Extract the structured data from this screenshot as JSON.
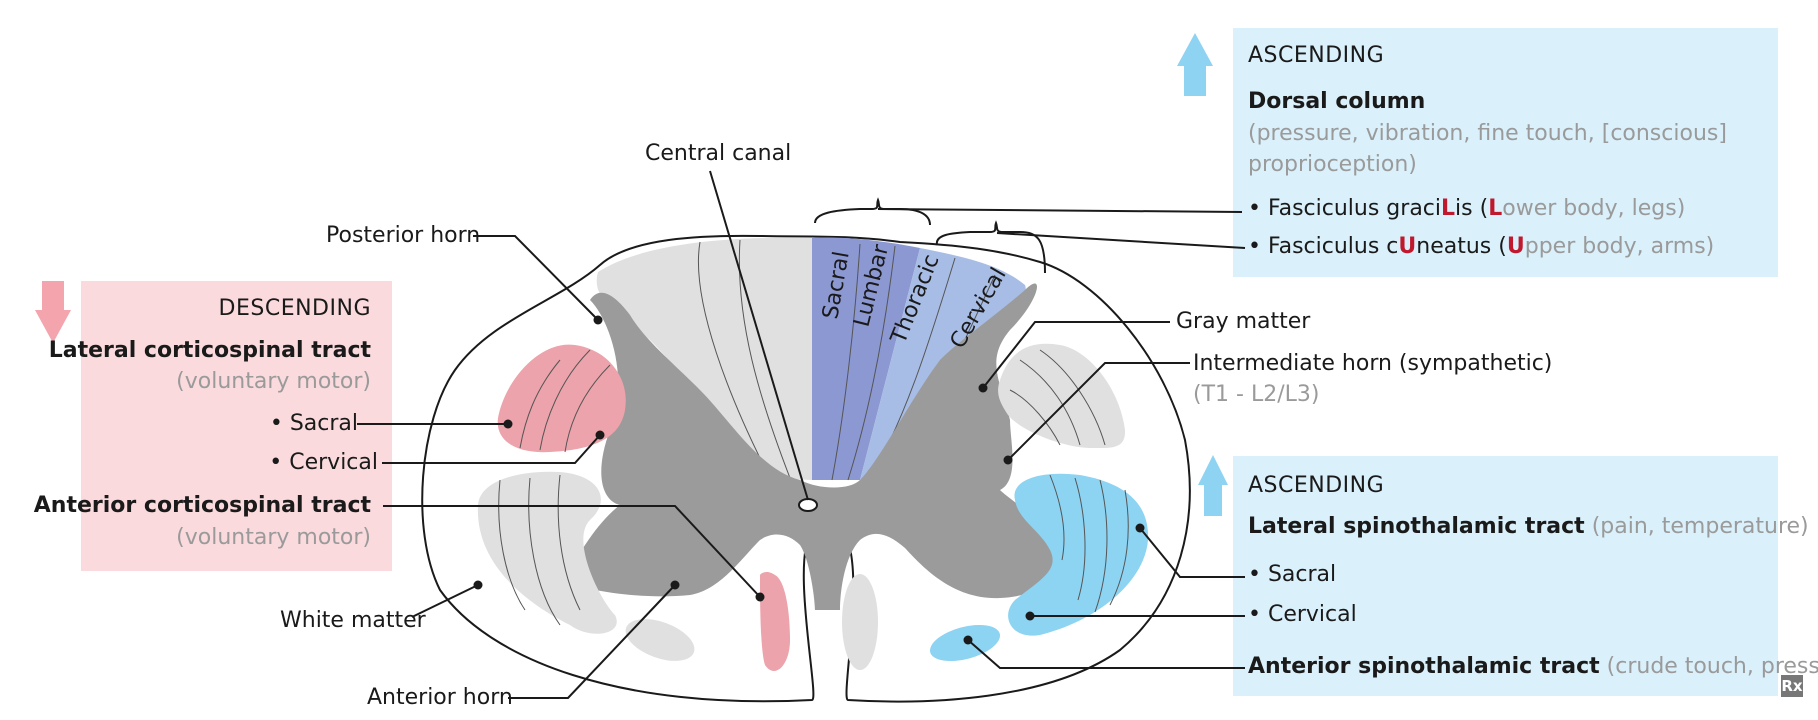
{
  "labels": {
    "central_canal": "Central canal",
    "posterior_horn": "Posterior horn",
    "gray_matter": "Gray matter",
    "intermediate_horn": "Intermediate horn (sympathetic)",
    "intermediate_horn_levels": "(T1 - L2/L3)",
    "white_matter": "White matter",
    "anterior_horn": "Anterior horn"
  },
  "dorsal_segments": [
    "Sacral",
    "Lumbar",
    "Thoracic",
    "Cervical"
  ],
  "descending": {
    "heading": "DESCENDING",
    "lateral_tract": "Lateral corticospinal tract",
    "lateral_tract_desc": "(voluntary motor)",
    "sacral": "• Sacral",
    "cervical": "• Cervical",
    "anterior_tract": "Anterior corticospinal tract",
    "anterior_tract_desc": "(voluntary motor)"
  },
  "ascending_dorsal": {
    "heading": "ASCENDING",
    "title": "Dorsal column",
    "desc_line1": "(pressure, vibration, fine touch, [conscious]",
    "desc_line2": "proprioception)",
    "gracilis_a": "• Fasciculus graci",
    "gracilis_L": "L",
    "gracilis_b": "is (",
    "gracilis_L2": "L",
    "gracilis_c": "ower body, legs)",
    "cuneatus_a": "• Fasciculus c",
    "cuneatus_U": "U",
    "cuneatus_b": "neatus (",
    "cuneatus_U2": "U",
    "cuneatus_c": "pper body, arms)"
  },
  "ascending_lateral": {
    "heading": "ASCENDING",
    "title": "Lateral spinothalamic tract",
    "title_desc": " (pain, temperature)",
    "sacral": "• Sacral",
    "cervical": "• Cervical",
    "anterior_title": "Anterior spinothalamic tract",
    "anterior_desc": " (crude touch, pressure)"
  },
  "logo": "Rx",
  "colors": {
    "descending_box": "#fadadd",
    "ascending_box": "#daf0fb",
    "descending_tract": "#eca3ab",
    "spinothalamic_tract": "#8dd3f2",
    "dorsal_column_light": "#a8bde5",
    "dorsal_column_dark": "#8c98d2",
    "gray_matter": "#9b9b9b",
    "white_tract_gray": "#e0e0e0",
    "highlight_letter": "#c0182c",
    "arrow_down": "#f3a4ad",
    "arrow_up": "#8fd3f3"
  }
}
